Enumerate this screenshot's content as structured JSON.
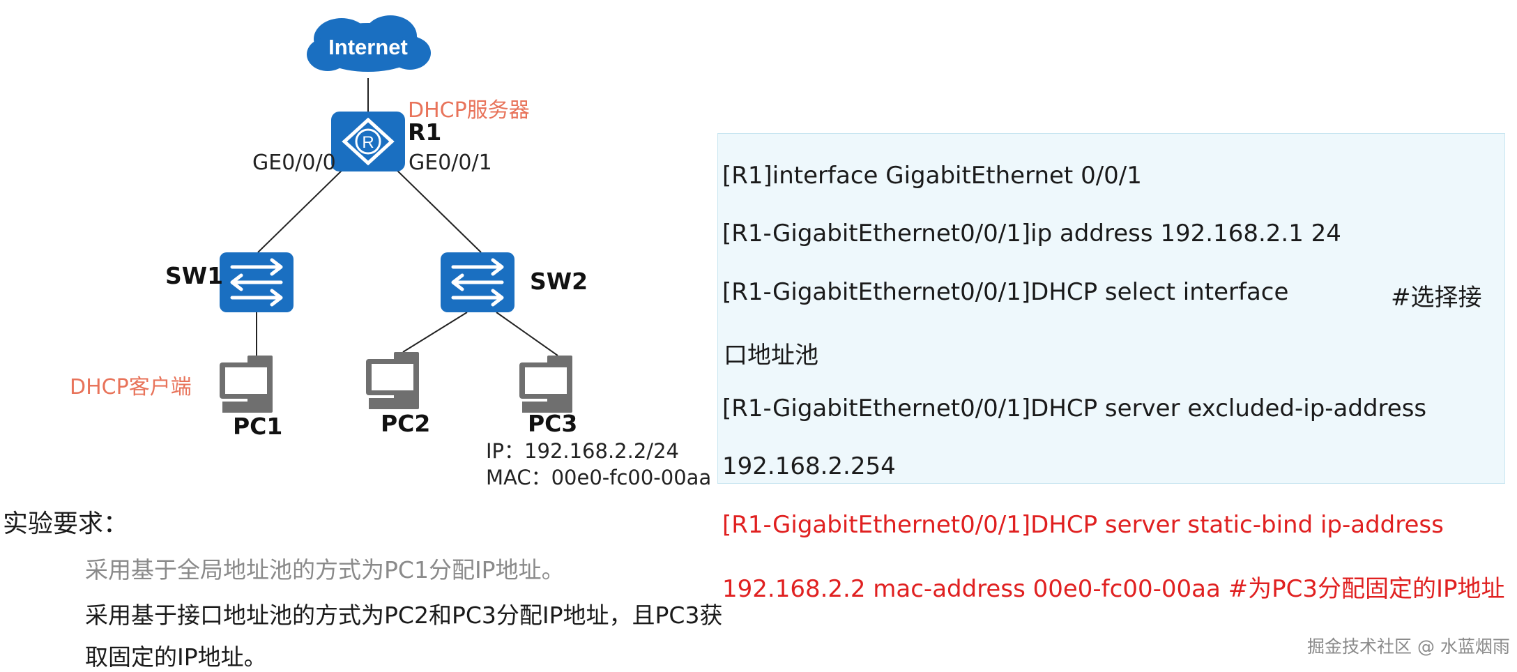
{
  "diagram": {
    "cloud_label": "Internet",
    "server_role": "DHCP服务器",
    "client_role": "DHCP客户端",
    "r1": {
      "name": "R1",
      "port_left": "GE0/0/0",
      "port_right": "GE0/0/1"
    },
    "sw1": {
      "name": "SW1"
    },
    "sw2": {
      "name": "SW2"
    },
    "pc1": {
      "name": "PC1"
    },
    "pc2": {
      "name": "PC2"
    },
    "pc3": {
      "name": "PC3",
      "ip": "IP：192.168.2.2/24",
      "mac": "MAC：00e0-fc00-00aa"
    },
    "colors": {
      "role": "#e8735a",
      "device": "#1a6fc1",
      "pc": "#6f6f6f",
      "highlight": "#e02020"
    }
  },
  "commands": [
    {
      "text": "[R1]interface GigabitEthernet 0/0/1",
      "highlight": false
    },
    {
      "text": "[R1-GigabitEthernet0/0/1]ip address 192.168.2.1 24",
      "highlight": false
    },
    {
      "text": "[R1-GigabitEthernet0/0/1]DHCP select interface",
      "comment": "#选择接",
      "highlight": false
    },
    {
      "text": "口地址池",
      "highlight": false
    },
    {
      "text": "[R1-GigabitEthernet0/0/1]DHCP server excluded-ip-address",
      "highlight": false
    },
    {
      "text": "192.168.2.254",
      "highlight": false
    },
    {
      "text": "[R1-GigabitEthernet0/0/1]DHCP server static-bind ip-address",
      "highlight": true
    },
    {
      "text": "192.168.2.2 mac-address 00e0-fc00-00aa #为PC3分配固定的IP地址",
      "highlight": true
    }
  ],
  "requirements": {
    "title": "实验要求：",
    "items": [
      "采用基于全局地址池的方式为PC1分配IP地址。",
      "采用基于接口地址池的方式为PC2和PC3分配IP地址，且PC3获",
      "取固定的IP地址。"
    ]
  },
  "watermark": "掘金技术社区 @ 水蓝烟雨"
}
